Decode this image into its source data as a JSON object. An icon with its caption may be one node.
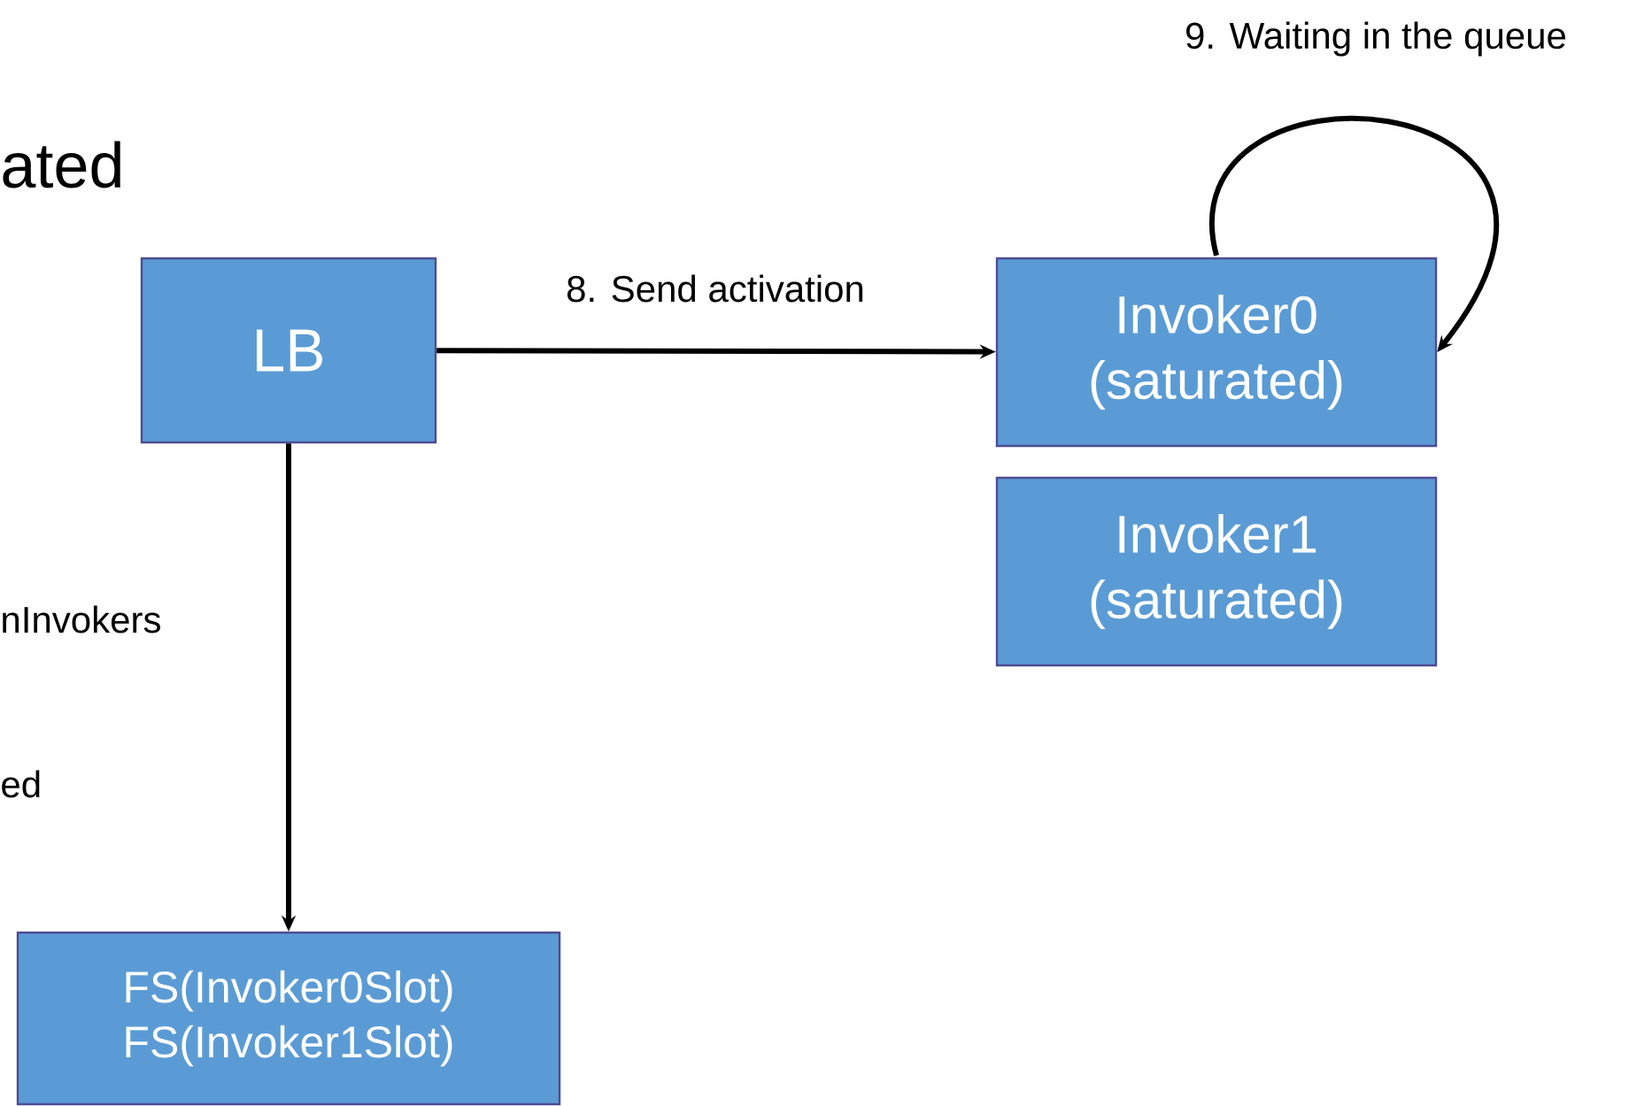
{
  "diagram": {
    "nodes": [
      {
        "text": [
          "LB"
        ]
      },
      {
        "text": [
          "Invoker0 (saturated)"
        ]
      },
      {
        "text": [
          "Invoker1 (saturated)"
        ]
      },
      {
        "text": [
          "FS(Invoker0Slot) FS(Invoker1Slot)"
        ]
      }
    ],
    "edges": [
      {
        "from": 0,
        "to": 1,
        "arrow": "to",
        "label": "8. Send activation"
      },
      {
        "from": 1,
        "to": 1,
        "arrow": "to",
        "label": "9. Waiting in the queue"
      },
      {
        "from": 0,
        "to": 3,
        "arrow": "to"
      }
    ],
    "labels": [
      "ated",
      "nInvokers",
      "ed"
    ]
  }
}
